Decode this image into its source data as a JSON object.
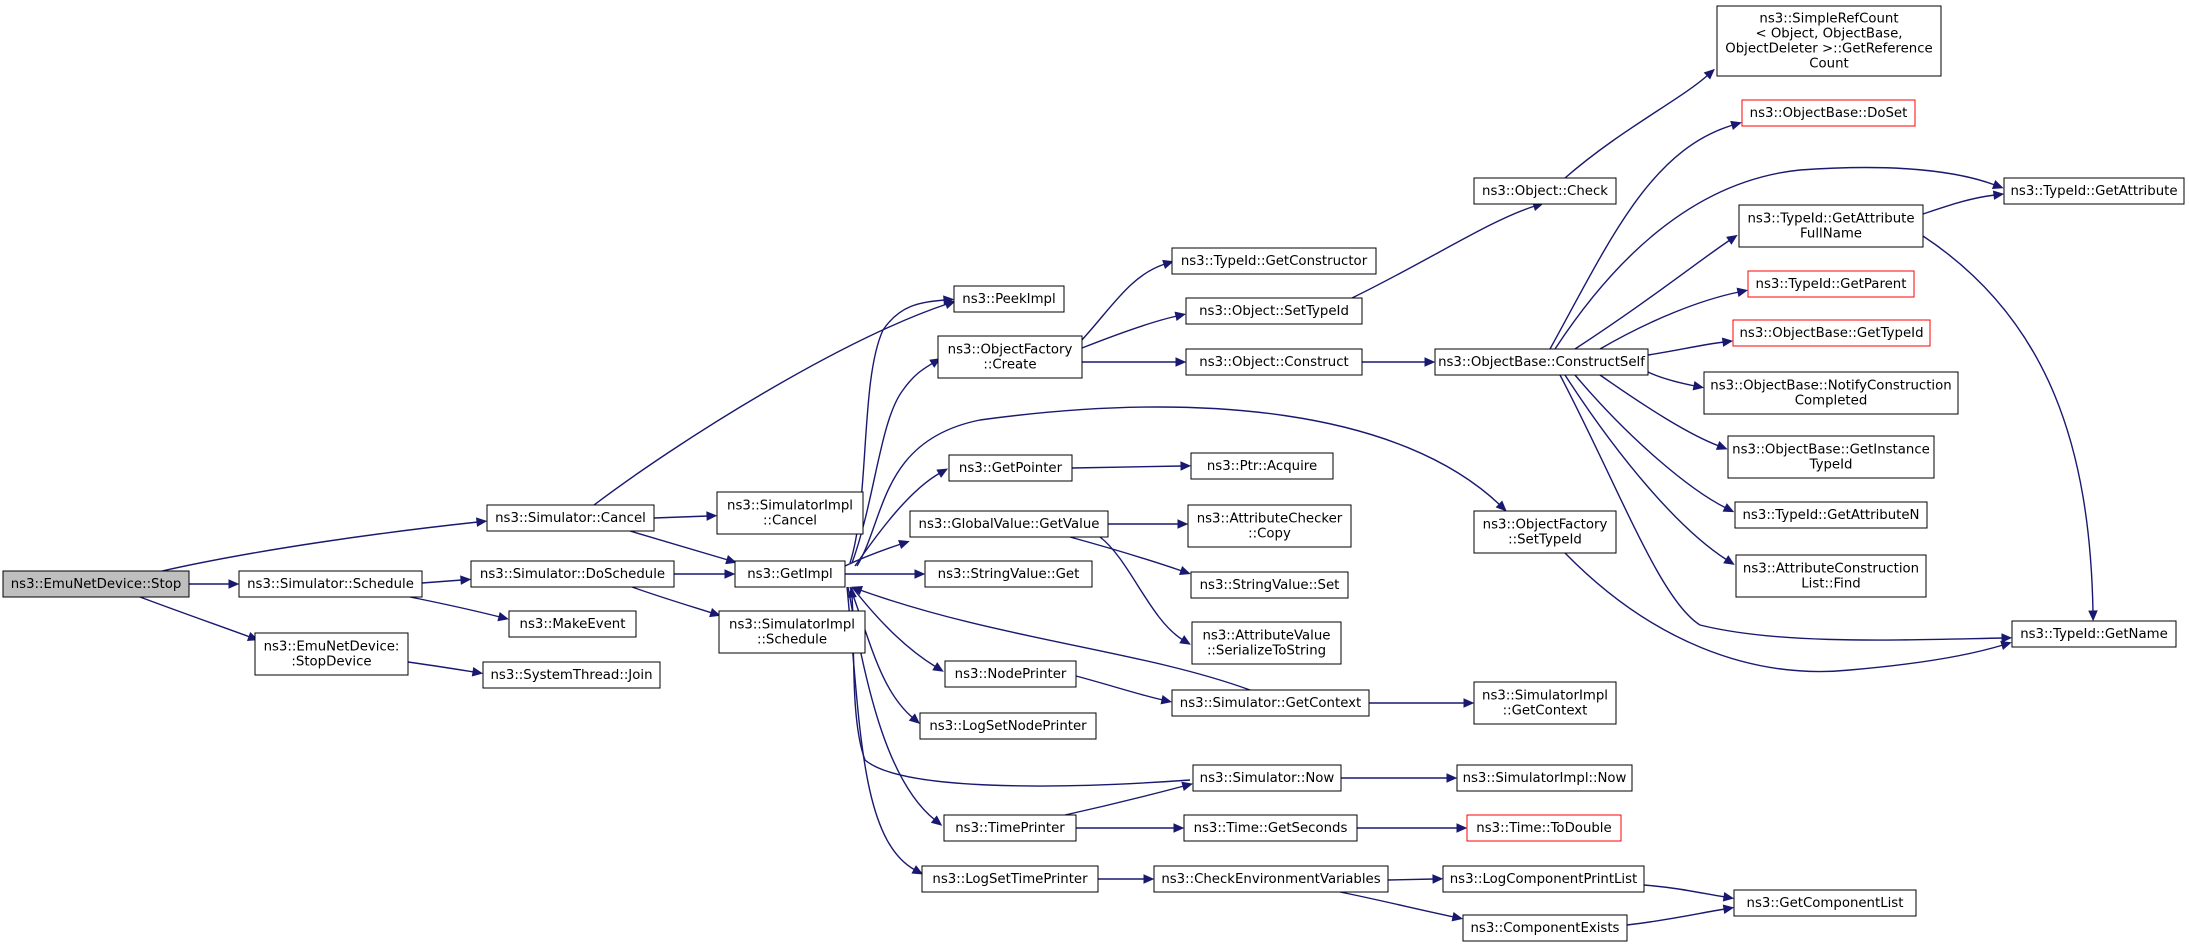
{
  "graph": {
    "colors": {
      "edge": "#191970",
      "node_border": "#000000",
      "truncated_border": "#ff0000",
      "root_fill": "#bfbfbf",
      "node_fill": "#ffffff"
    },
    "nodes": [
      {
        "id": "stop",
        "lines": [
          "ns3::EmuNetDevice::Stop"
        ],
        "style": "root"
      },
      {
        "id": "cancel",
        "lines": [
          "ns3::Simulator::Cancel"
        ]
      },
      {
        "id": "schedule",
        "lines": [
          "ns3::Simulator::Schedule"
        ]
      },
      {
        "id": "stopdevice",
        "lines": [
          "ns3::EmuNetDevice:",
          ":StopDevice"
        ]
      },
      {
        "id": "simimpl_cancel",
        "lines": [
          "ns3::SimulatorImpl",
          "::Cancel"
        ]
      },
      {
        "id": "doschedule",
        "lines": [
          "ns3::Simulator::DoSchedule"
        ]
      },
      {
        "id": "makeevent",
        "lines": [
          "ns3::MakeEvent"
        ]
      },
      {
        "id": "join",
        "lines": [
          "ns3::SystemThread::Join"
        ]
      },
      {
        "id": "getimpl",
        "lines": [
          "ns3::GetImpl"
        ]
      },
      {
        "id": "simimpl_schedule",
        "lines": [
          "ns3::SimulatorImpl",
          "::Schedule"
        ]
      },
      {
        "id": "peekimpl",
        "lines": [
          "ns3::PeekImpl"
        ]
      },
      {
        "id": "of_create",
        "lines": [
          "ns3::ObjectFactory",
          "::Create"
        ]
      },
      {
        "id": "getpointer",
        "lines": [
          "ns3::GetPointer"
        ]
      },
      {
        "id": "gv_getvalue",
        "lines": [
          "ns3::GlobalValue::GetValue"
        ]
      },
      {
        "id": "sv_get",
        "lines": [
          "ns3::StringValue::Get"
        ]
      },
      {
        "id": "nodeprinter",
        "lines": [
          "ns3::NodePrinter"
        ]
      },
      {
        "id": "logsetnodeprinter",
        "lines": [
          "ns3::LogSetNodePrinter"
        ]
      },
      {
        "id": "timeprinter",
        "lines": [
          "ns3::TimePrinter"
        ]
      },
      {
        "id": "logsettimeprinter",
        "lines": [
          "ns3::LogSetTimePrinter"
        ]
      },
      {
        "id": "getconstructor",
        "lines": [
          "ns3::TypeId::GetConstructor"
        ]
      },
      {
        "id": "settypeid",
        "lines": [
          "ns3::Object::SetTypeId"
        ]
      },
      {
        "id": "construct",
        "lines": [
          "ns3::Object::Construct"
        ]
      },
      {
        "id": "ptr_acquire",
        "lines": [
          "ns3::Ptr::Acquire"
        ]
      },
      {
        "id": "ac_copy",
        "lines": [
          "ns3::AttributeChecker",
          "::Copy"
        ]
      },
      {
        "id": "sv_set",
        "lines": [
          "ns3::StringValue::Set"
        ]
      },
      {
        "id": "av_serialize",
        "lines": [
          "ns3::AttributeValue",
          "::SerializeToString"
        ]
      },
      {
        "id": "sim_getcontext",
        "lines": [
          "ns3::Simulator::GetContext"
        ]
      },
      {
        "id": "sim_now",
        "lines": [
          "ns3::Simulator::Now"
        ]
      },
      {
        "id": "time_getseconds",
        "lines": [
          "ns3::Time::GetSeconds"
        ]
      },
      {
        "id": "checkenv",
        "lines": [
          "ns3::CheckEnvironmentVariables"
        ]
      },
      {
        "id": "obj_check",
        "lines": [
          "ns3::Object::Check"
        ]
      },
      {
        "id": "constructself",
        "lines": [
          "ns3::ObjectBase::ConstructSelf"
        ]
      },
      {
        "id": "of_settypeid",
        "lines": [
          "ns3::ObjectFactory",
          "::SetTypeId"
        ]
      },
      {
        "id": "simimpl_getcontext",
        "lines": [
          "ns3::SimulatorImpl",
          "::GetContext"
        ]
      },
      {
        "id": "simimpl_now",
        "lines": [
          "ns3::SimulatorImpl::Now"
        ]
      },
      {
        "id": "time_todouble",
        "lines": [
          "ns3::Time::ToDouble"
        ],
        "style": "red"
      },
      {
        "id": "logcompprintlist",
        "lines": [
          "ns3::LogComponentPrintList"
        ]
      },
      {
        "id": "componentexists",
        "lines": [
          "ns3::ComponentExists"
        ]
      },
      {
        "id": "refcount",
        "lines": [
          "ns3::SimpleRefCount",
          "< Object, ObjectBase,",
          "ObjectDeleter >::GetReference",
          "Count"
        ]
      },
      {
        "id": "ob_doset",
        "lines": [
          "ns3::ObjectBase::DoSet"
        ],
        "style": "red"
      },
      {
        "id": "tid_getattrfullname",
        "lines": [
          "ns3::TypeId::GetAttribute",
          "FullName"
        ]
      },
      {
        "id": "tid_getparent",
        "lines": [
          "ns3::TypeId::GetParent"
        ],
        "style": "red"
      },
      {
        "id": "ob_gettypeid",
        "lines": [
          "ns3::ObjectBase::GetTypeId"
        ],
        "style": "red"
      },
      {
        "id": "ob_notify",
        "lines": [
          "ns3::ObjectBase::NotifyConstruction",
          "Completed"
        ]
      },
      {
        "id": "ob_getinstance",
        "lines": [
          "ns3::ObjectBase::GetInstance",
          "TypeId"
        ]
      },
      {
        "id": "tid_getattrn",
        "lines": [
          "ns3::TypeId::GetAttributeN"
        ]
      },
      {
        "id": "acl_find",
        "lines": [
          "ns3::AttributeConstruction",
          "List::Find"
        ]
      },
      {
        "id": "tid_getattribute",
        "lines": [
          "ns3::TypeId::GetAttribute"
        ]
      },
      {
        "id": "tid_getname",
        "lines": [
          "ns3::TypeId::GetName"
        ]
      },
      {
        "id": "getcomponentlist",
        "lines": [
          "ns3::GetComponentList"
        ]
      }
    ]
  }
}
